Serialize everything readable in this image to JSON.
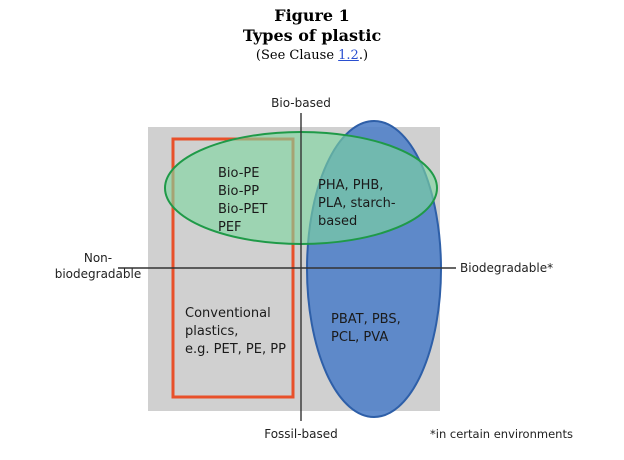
{
  "figure": {
    "number": "Figure 1",
    "title": "Types of plastic",
    "ref_prefix": "(See Clause ",
    "ref_link": "1.2",
    "ref_suffix": ".)"
  },
  "axes": {
    "top": "Bio-based",
    "bottom": "Fossil-based",
    "left_line1": "Non-",
    "left_line2": "biodegradable",
    "right": "Biodegradable*"
  },
  "regions": {
    "bio_nonbio": [
      "Bio-PE",
      "Bio-PP",
      "Bio-PET",
      "PEF"
    ],
    "bio_bio": [
      "PHA, PHB,",
      "PLA, starch-",
      "based"
    ],
    "conventional": [
      "Conventional",
      "plastics,",
      "e.g. PET, PE, PP"
    ],
    "fossil_bio": [
      "PBAT, PBS,",
      "PCL, PVA"
    ]
  },
  "footnote": "*in certain environments",
  "colors": {
    "quadrant_bg": "#d0d0d0",
    "green_ellipse_fill": "#7ed6a0",
    "green_ellipse_stroke": "#1f9a48",
    "blue_ellipse_fill": "#4d7ec7",
    "blue_ellipse_stroke": "#2e5fa8",
    "orange_rect": "#e8502a",
    "link": "#2a4fd0"
  }
}
